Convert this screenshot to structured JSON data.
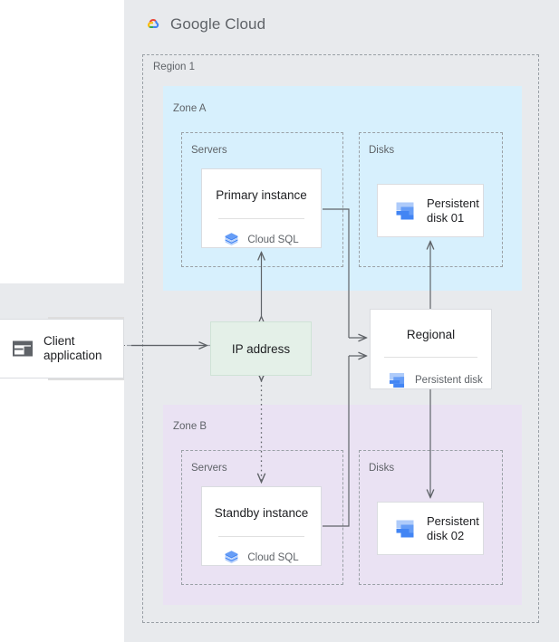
{
  "brand": {
    "logo_icon": "google-cloud-logo-icon",
    "name_bold": "Google",
    "name_light": "Cloud",
    "colors": {
      "blue": "#4285f4",
      "red": "#ea4335",
      "yellow": "#fbbc05",
      "green": "#34a853",
      "text_gray": "#5f6368"
    }
  },
  "diagram": {
    "type": "architecture-diagram",
    "background": "#e8eaed",
    "region": {
      "label": "Region 1"
    },
    "zones": [
      {
        "id": "zone-a",
        "label": "Zone A",
        "color": "#d7f0fd"
      },
      {
        "id": "zone-b",
        "label": "Zone B",
        "color": "#eae2f3"
      }
    ],
    "groups": [
      {
        "id": "servers-a",
        "label": "Servers"
      },
      {
        "id": "disks-a",
        "label": "Disks"
      },
      {
        "id": "servers-b",
        "label": "Servers"
      },
      {
        "id": "disks-b",
        "label": "Disks"
      }
    ],
    "nodes": {
      "client": {
        "label_line1": "Client",
        "label_line2": "application",
        "icon": "client-window-icon"
      },
      "ip_address": {
        "label": "IP address",
        "color": "#e4f0e8"
      },
      "primary_instance": {
        "title": "Primary instance",
        "subtitle": "Cloud SQL",
        "icon": "cloud-sql-icon"
      },
      "standby_instance": {
        "title": "Standby instance",
        "subtitle": "Cloud SQL",
        "icon": "cloud-sql-icon"
      },
      "persistent_disk_01": {
        "label_line1": "Persistent",
        "label_line2": "disk 01",
        "icon": "persistent-disk-icon"
      },
      "persistent_disk_02": {
        "label_line1": "Persistent",
        "label_line2": "disk 02",
        "icon": "persistent-disk-icon"
      },
      "regional_disk": {
        "title": "Regional",
        "subtitle": "Persistent disk",
        "icon": "persistent-disk-icon"
      }
    },
    "connections": [
      {
        "from": "ip_address",
        "to": "client",
        "style": "solid",
        "arrow": "thick-left"
      },
      {
        "from": "ip_address",
        "to": "primary_instance",
        "style": "solid",
        "arrow": "double"
      },
      {
        "from": "ip_address",
        "to": "standby_instance",
        "style": "dotted",
        "arrow": "double"
      },
      {
        "from": "primary_instance",
        "to": "regional_disk",
        "style": "solid",
        "arrow": "single"
      },
      {
        "from": "standby_instance",
        "to": "regional_disk",
        "style": "solid",
        "arrow": "single"
      },
      {
        "from": "regional_disk",
        "to": "persistent_disk_01",
        "style": "solid",
        "arrow": "single"
      },
      {
        "from": "regional_disk",
        "to": "persistent_disk_02",
        "style": "solid",
        "arrow": "single"
      }
    ]
  }
}
